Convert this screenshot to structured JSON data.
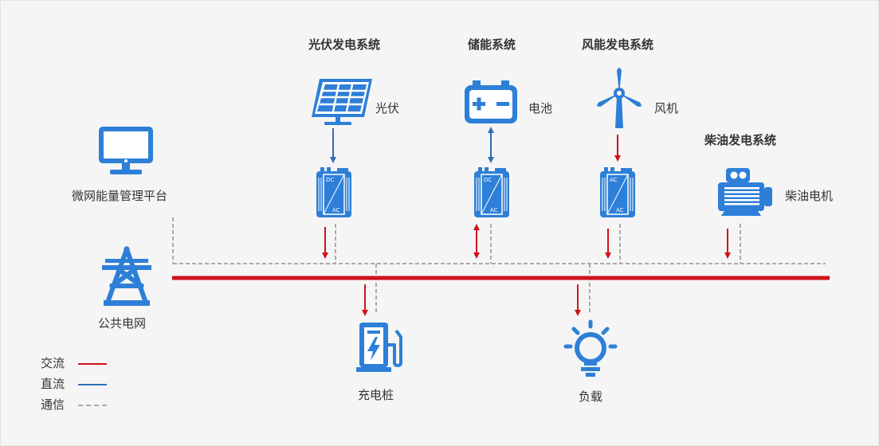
{
  "systems": {
    "pv_title": "光伏发电系统",
    "storage_title": "储能系统",
    "wind_title": "风能发电系统",
    "diesel_title": "柴油发电系统"
  },
  "devices": {
    "pv": "光伏",
    "battery": "电池",
    "wind": "风机",
    "diesel": "柴油电机",
    "ems": "微网能量管理平台",
    "grid": "公共电网",
    "charger": "充电桩",
    "load": "负载"
  },
  "inverters": {
    "pv": {
      "top": "DC",
      "bottom": "AC"
    },
    "battery": {
      "top": "DC",
      "bottom": "AC"
    },
    "wind": {
      "top": "AC",
      "bottom": "AC"
    }
  },
  "legend": [
    {
      "label": "交流",
      "style": "solid",
      "color": "#d0111b"
    },
    {
      "label": "直流",
      "style": "solid",
      "color": "#2f6db5"
    },
    {
      "label": "通信",
      "style": "dashed",
      "color": "#aaaaaa"
    }
  ],
  "colors": {
    "ac": "#d0111b",
    "dc": "#2f6db5",
    "comm": "#aaaaaa",
    "icon": "#2d7fd8"
  }
}
